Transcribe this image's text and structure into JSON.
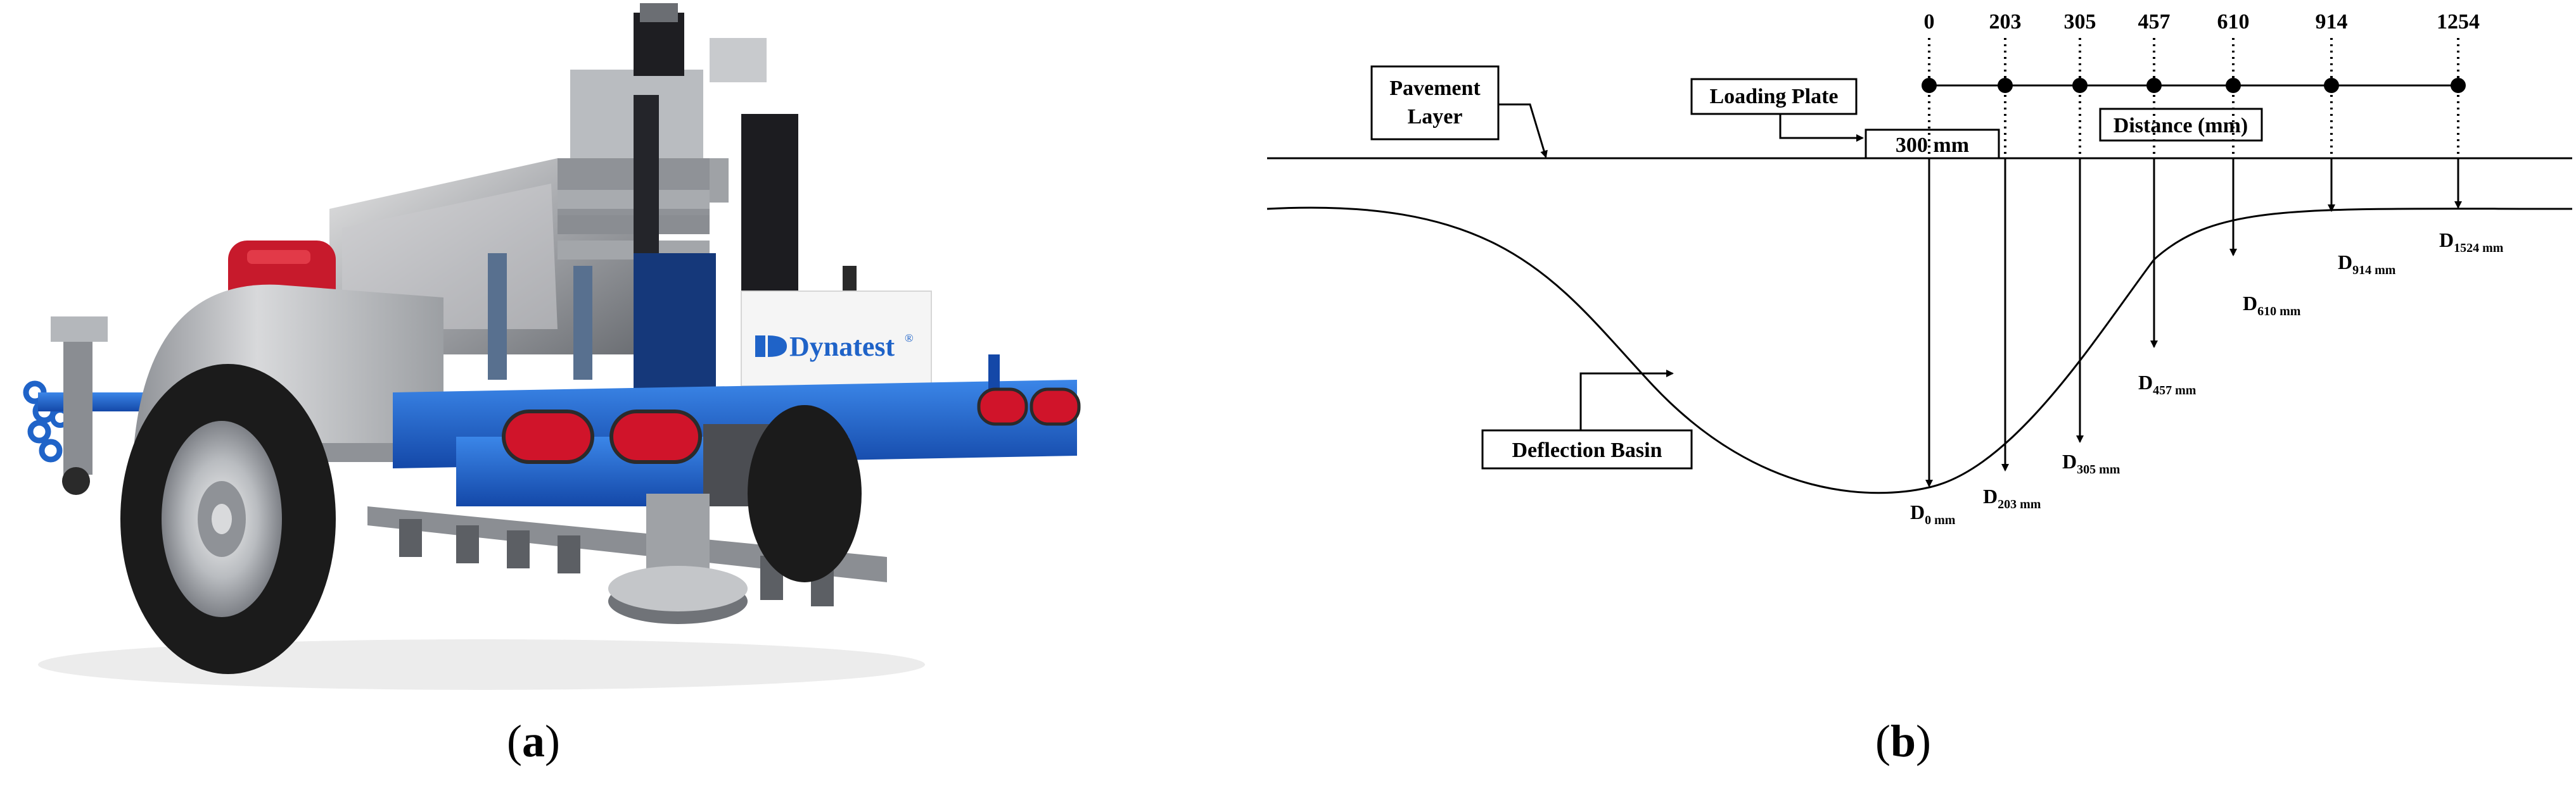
{
  "panel_a": {
    "caption_letter": "a",
    "brand_text": "Dynatest",
    "brand_mark": "®"
  },
  "panel_b": {
    "caption_letter": "b",
    "distance_ticks": [
      "0",
      "203",
      "305",
      "457",
      "610",
      "914",
      "1254"
    ],
    "distance_label": "Distance (mm)",
    "loading_plate_label": "Loading Plate",
    "plate_size_label": "300 mm",
    "pavement_layer_label": [
      "Pavement",
      "Layer"
    ],
    "deflection_basin_label": "Deflection Basin",
    "deflection_labels": [
      {
        "base": "D",
        "sub": "0 mm"
      },
      {
        "base": "D",
        "sub": "203 mm"
      },
      {
        "base": "D",
        "sub": "305 mm"
      },
      {
        "base": "D",
        "sub": "457 mm"
      },
      {
        "base": "D",
        "sub": "610 mm"
      },
      {
        "base": "D",
        "sub": "914 mm"
      },
      {
        "base": "D",
        "sub": "1524 mm"
      }
    ]
  },
  "colors": {
    "trailer_blue": "#1f63c8",
    "tail_light_red": "#d0142a",
    "tire_black": "#1b1b1b",
    "steel_gray": "#9aa0a6",
    "diagram_line": "#000000"
  }
}
